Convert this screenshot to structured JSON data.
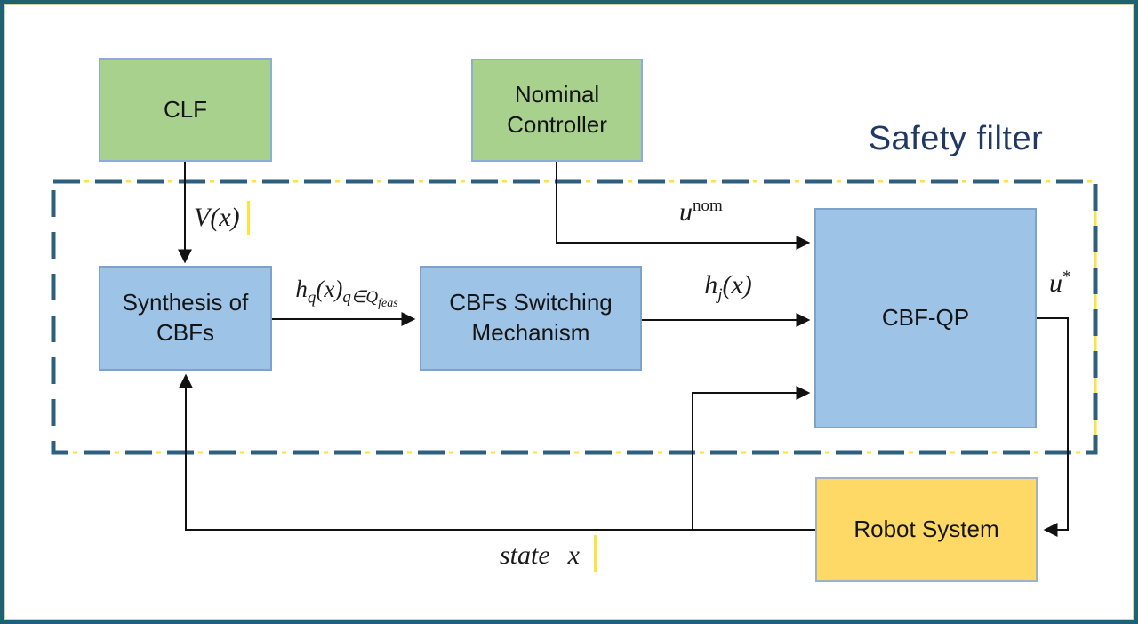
{
  "frame": {
    "title": "Safety filter"
  },
  "boxes": {
    "clf": {
      "label": "CLF"
    },
    "nominal_controller": {
      "label": "Nominal Controller"
    },
    "synthesis_cbfs": {
      "label": "Synthesis of CBFs"
    },
    "cbfs_switching": {
      "label": "CBFs Switching Mechanism"
    },
    "cbf_qp": {
      "label": "CBF-QP"
    },
    "robot_system": {
      "label": "Robot System"
    }
  },
  "signals": {
    "clf_output": {
      "text": "V(x)"
    },
    "nominal_output": {
      "base": "u",
      "sup": "nom"
    },
    "synthesis_output": {
      "base": "h",
      "sub": "q",
      "args": "(x)",
      "tail_base": "q∈Q",
      "tail_sub": "feas"
    },
    "switching_output": {
      "base": "h",
      "sub": "j",
      "args": "(x)"
    },
    "qp_output": {
      "base": "u",
      "sup": "*"
    },
    "state_feedback": {
      "word": "state",
      "var": "x"
    }
  },
  "colors": {
    "green_box": "#a9d18e",
    "blue_box": "#9dc3e6",
    "yellow_box": "#ffd966",
    "dashed_border": "#2d5f7e",
    "outer_frame": "#1e6074",
    "inner_frame_line": "#cfd6a4",
    "title_text": "#1f3864",
    "highlight_mark": "#ffe23d",
    "connector": "#111111"
  }
}
